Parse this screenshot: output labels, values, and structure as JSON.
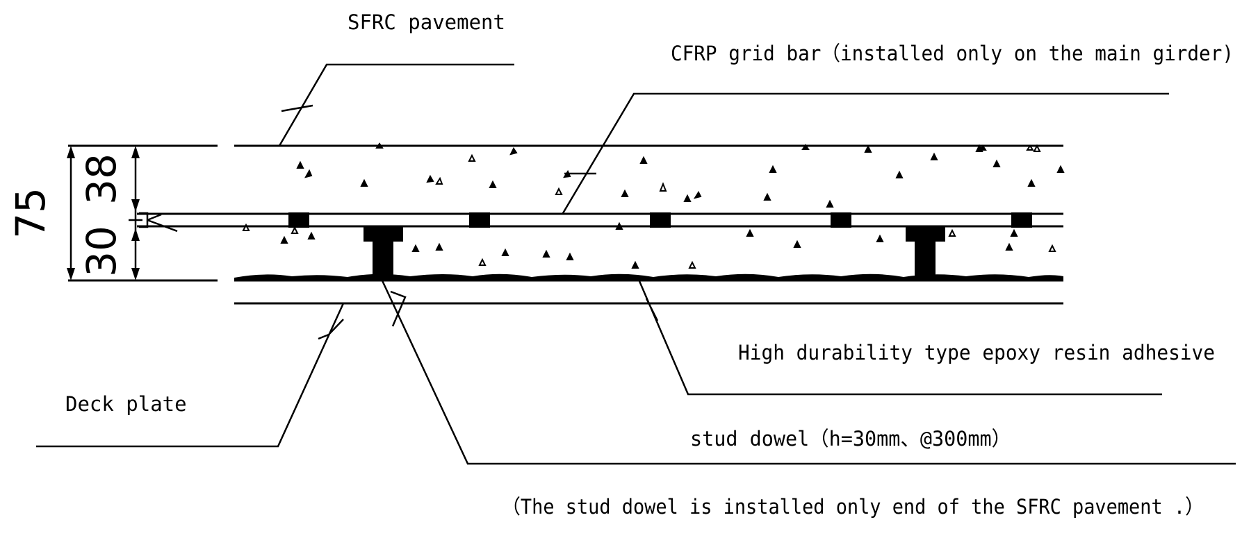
{
  "labels": {
    "sfrc_pavement": "SFRC pavement",
    "cfrp_grid_bar": "CFRP grid bar（installed only on the main girder)",
    "epoxy_adhesive": "High durability type epoxy resin adhesive",
    "deck_plate": "Deck plate",
    "stud_dowel": "stud dowel（h=30mm、@300mm）",
    "stud_note": "（The stud dowel is installed only end of the SFRC pavement .）"
  },
  "dimensions": {
    "total": "75",
    "upper_layer": "38",
    "lower_layer": "30"
  },
  "colors": {
    "line": "#000000",
    "background": "#ffffff"
  }
}
